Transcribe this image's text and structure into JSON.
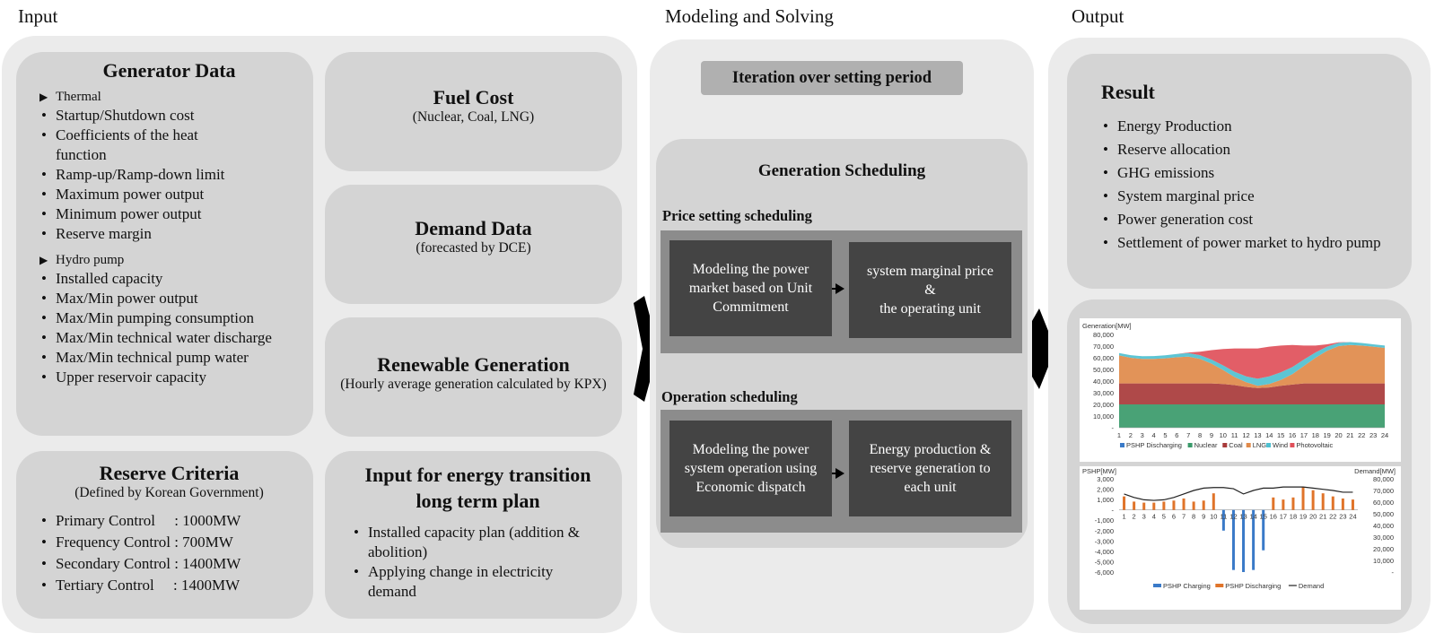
{
  "sections": {
    "input": "Input",
    "modeling": "Modeling and Solving",
    "output": "Output"
  },
  "generator": {
    "title": "Generator Data",
    "thermal_head": "Thermal",
    "thermal_items": [
      "Startup/Shutdown cost",
      "Coefficients of the heat function",
      "Ramp-up/Ramp-down limit",
      "Maximum power output",
      "Minimum power output",
      "Reserve margin"
    ],
    "hydro_head": "Hydro pump",
    "hydro_items": [
      "Installed capacity",
      "Max/Min power output",
      "Max/Min pumping consumption",
      "Max/Min technical water discharge",
      "Max/Min technical pump water",
      "Upper reservoir capacity"
    ]
  },
  "fuel": {
    "title": "Fuel Cost",
    "sub": "(Nuclear, Coal, LNG)"
  },
  "demand": {
    "title": "Demand Data",
    "sub": "(forecasted by DCE)"
  },
  "renewable": {
    "title": "Renewable Generation",
    "sub": "(Hourly average generation calculated by KPX)"
  },
  "reserve": {
    "title": "Reserve Criteria",
    "sub": "(Defined by Korean Government)",
    "items": [
      "Primary Control     : 1000MW",
      "Frequency Control : 700MW",
      "Secondary Control : 1400MW",
      "Tertiary Control     : 1400MW"
    ]
  },
  "transition": {
    "title": "Input for energy transition long term plan",
    "items": [
      "Installed capacity plan (addition & abolition)",
      "Applying change in electricity demand"
    ]
  },
  "modeling": {
    "iteration": "Iteration over setting period",
    "gen_sched": "Generation Scheduling",
    "price_head": "Price setting scheduling",
    "price_left": "Modeling the power market based on Unit Commitment",
    "price_right_1": "system marginal price",
    "price_right_2": "&",
    "price_right_3": "the operating unit",
    "op_head": "Operation scheduling",
    "op_left": "Modeling the power system operation using Economic dispatch",
    "op_right": "Energy production & reserve generation to each unit"
  },
  "result": {
    "title": "Result",
    "items": [
      "Energy Production",
      "Reserve allocation",
      "GHG emissions",
      "System marginal price",
      "Power generation cost",
      "Settlement of power market to hydro pump"
    ]
  },
  "colors": {
    "nuclear": "#3a9a6a",
    "coal": "#a83a3a",
    "lng": "#e08a4a",
    "wind": "#4fc0d0",
    "pv": "#e0505a",
    "pshp_dis": "#e0742a",
    "pshp_ch": "#3a7ac8"
  },
  "chart_data": [
    {
      "type": "area",
      "ylabel": "Generation[MW]",
      "x": [
        1,
        2,
        3,
        4,
        5,
        6,
        7,
        8,
        9,
        10,
        11,
        12,
        13,
        14,
        15,
        16,
        17,
        18,
        19,
        20,
        21,
        22,
        23,
        24
      ],
      "y_ticks": [
        "80,000",
        "70,000",
        "60,000",
        "50,000",
        "40,000",
        "30,000",
        "20,000",
        "10,000",
        "-"
      ],
      "ylim": [
        0,
        80000
      ],
      "series": [
        {
          "name": "PSHP Discharging",
          "color": "#3a7ac8",
          "values": [
            0,
            0,
            0,
            0,
            0,
            0,
            0,
            0,
            0,
            0,
            0,
            0,
            0,
            0,
            0,
            0,
            0,
            0,
            0,
            0,
            0,
            0,
            0,
            0
          ]
        },
        {
          "name": "Nuclear",
          "color": "#3a9a6a",
          "values": [
            20000,
            20000,
            20000,
            20000,
            20000,
            20000,
            20000,
            20000,
            20000,
            20000,
            20000,
            20000,
            20000,
            20000,
            20000,
            20000,
            20000,
            20000,
            20000,
            20000,
            20000,
            20000,
            20000,
            20000
          ]
        },
        {
          "name": "Coal",
          "color": "#a83a3a",
          "values": [
            18000,
            18000,
            18000,
            18000,
            18000,
            18000,
            18000,
            18000,
            18000,
            17500,
            16500,
            15000,
            14000,
            14500,
            16000,
            17000,
            18000,
            18000,
            18000,
            18000,
            18000,
            18000,
            18000,
            18000
          ]
        },
        {
          "name": "LNG",
          "color": "#e08a4a",
          "values": [
            24000,
            22000,
            21000,
            21000,
            21500,
            22500,
            23000,
            21000,
            17000,
            12000,
            7000,
            4000,
            2000,
            3000,
            5000,
            9000,
            15000,
            22000,
            28000,
            32000,
            33000,
            32500,
            31500,
            30500
          ]
        },
        {
          "name": "Wind",
          "color": "#4fc0d0",
          "values": [
            2000,
            2200,
            2300,
            2400,
            2600,
            2800,
            3000,
            3200,
            3500,
            4000,
            4500,
            5000,
            6000,
            6500,
            6500,
            6000,
            5500,
            4500,
            3500,
            2800,
            2500,
            2200,
            2000,
            2000
          ]
        },
        {
          "name": "Photovoltaic",
          "color": "#e0505a",
          "values": [
            0,
            0,
            0,
            0,
            0,
            0,
            500,
            3000,
            8000,
            14000,
            20000,
            24000,
            26000,
            25500,
            23000,
            19000,
            12000,
            6000,
            2000,
            500,
            0,
            0,
            0,
            0
          ]
        }
      ]
    },
    {
      "type": "bar",
      "ylabel": "PSHP[MW]",
      "y2label": "Demand[MW]",
      "x": [
        1,
        2,
        3,
        4,
        5,
        6,
        7,
        8,
        9,
        10,
        11,
        12,
        13,
        14,
        15,
        16,
        17,
        18,
        19,
        20,
        21,
        22,
        23,
        24
      ],
      "y_ticks": [
        "3,000",
        "2,000",
        "1,000",
        "-",
        "-1,000",
        "-2,000",
        "-3,000",
        "-4,000",
        "-5,000",
        "-6,000"
      ],
      "y2_ticks": [
        "80,000",
        "70,000",
        "60,000",
        "50,000",
        "40,000",
        "30,000",
        "20,000",
        "10,000",
        "-"
      ],
      "ylim": [
        -6000,
        3000
      ],
      "y2lim": [
        0,
        80000
      ],
      "series": [
        {
          "name": "PSHP Charging",
          "color": "#3a7ac8",
          "values": [
            0,
            0,
            0,
            0,
            0,
            0,
            0,
            0,
            0,
            0,
            -2000,
            -5800,
            -6000,
            -5800,
            -3900,
            0,
            0,
            0,
            0,
            0,
            0,
            0,
            0,
            0
          ]
        },
        {
          "name": "PSHP Discharging",
          "color": "#e0742a",
          "values": [
            1300,
            800,
            700,
            700,
            800,
            900,
            1100,
            800,
            900,
            1600,
            0,
            0,
            0,
            0,
            0,
            1200,
            1000,
            1200,
            2200,
            1900,
            1600,
            1300,
            1100,
            1000
          ]
        },
        {
          "name": "Demand",
          "color": "#222222",
          "values": [
            67000,
            64000,
            62000,
            61500,
            62000,
            64000,
            67000,
            70000,
            72000,
            72500,
            72500,
            71500,
            67000,
            70000,
            72000,
            72000,
            73000,
            73000,
            73000,
            72000,
            71000,
            70000,
            68500,
            68500
          ]
        }
      ]
    }
  ]
}
